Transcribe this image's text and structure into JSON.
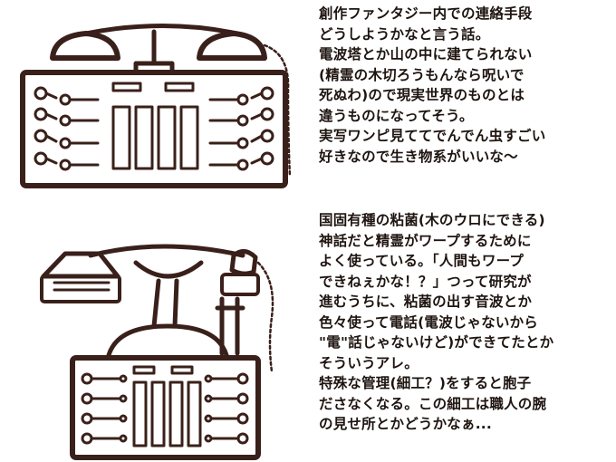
{
  "notes": {
    "top": [
      "創作ファンタジー内での連絡手段",
      "どうしようかなと言う話。",
      "電波塔とか山の中に建てられない",
      "(精霊の木切ろうもんなら呪いで",
      "死ぬわ)ので現実世界のものとは",
      "違うものになってそう。",
      "実写ワンピ見ててでんでん虫すごい",
      "好きなので生き物系がいいな〜"
    ],
    "bottom": [
      "国固有種の粘菌(木のウロにできる)",
      "神話だと精霊がワープするために",
      "よく使っている。「人間もワープ",
      "できねぇかな！？」つって研究が",
      "進むうちに、粘菌の出す音波とか",
      "色々使って電話(電波じゃないから",
      "\"電\"話じゃないけど)ができてたとか",
      "そういうアレ。",
      "特殊な管理(細工？)をすると胞子",
      "ださなくなる。この細工は職人の腕",
      "の見せ所とかどうかなぁ..."
    ]
  },
  "colors": {
    "ink": "#3a201a",
    "paper": "#ffffff",
    "text": "#1e1410"
  },
  "illustrations": [
    "telephone-sketch-top",
    "telephone-sketch-bottom"
  ]
}
